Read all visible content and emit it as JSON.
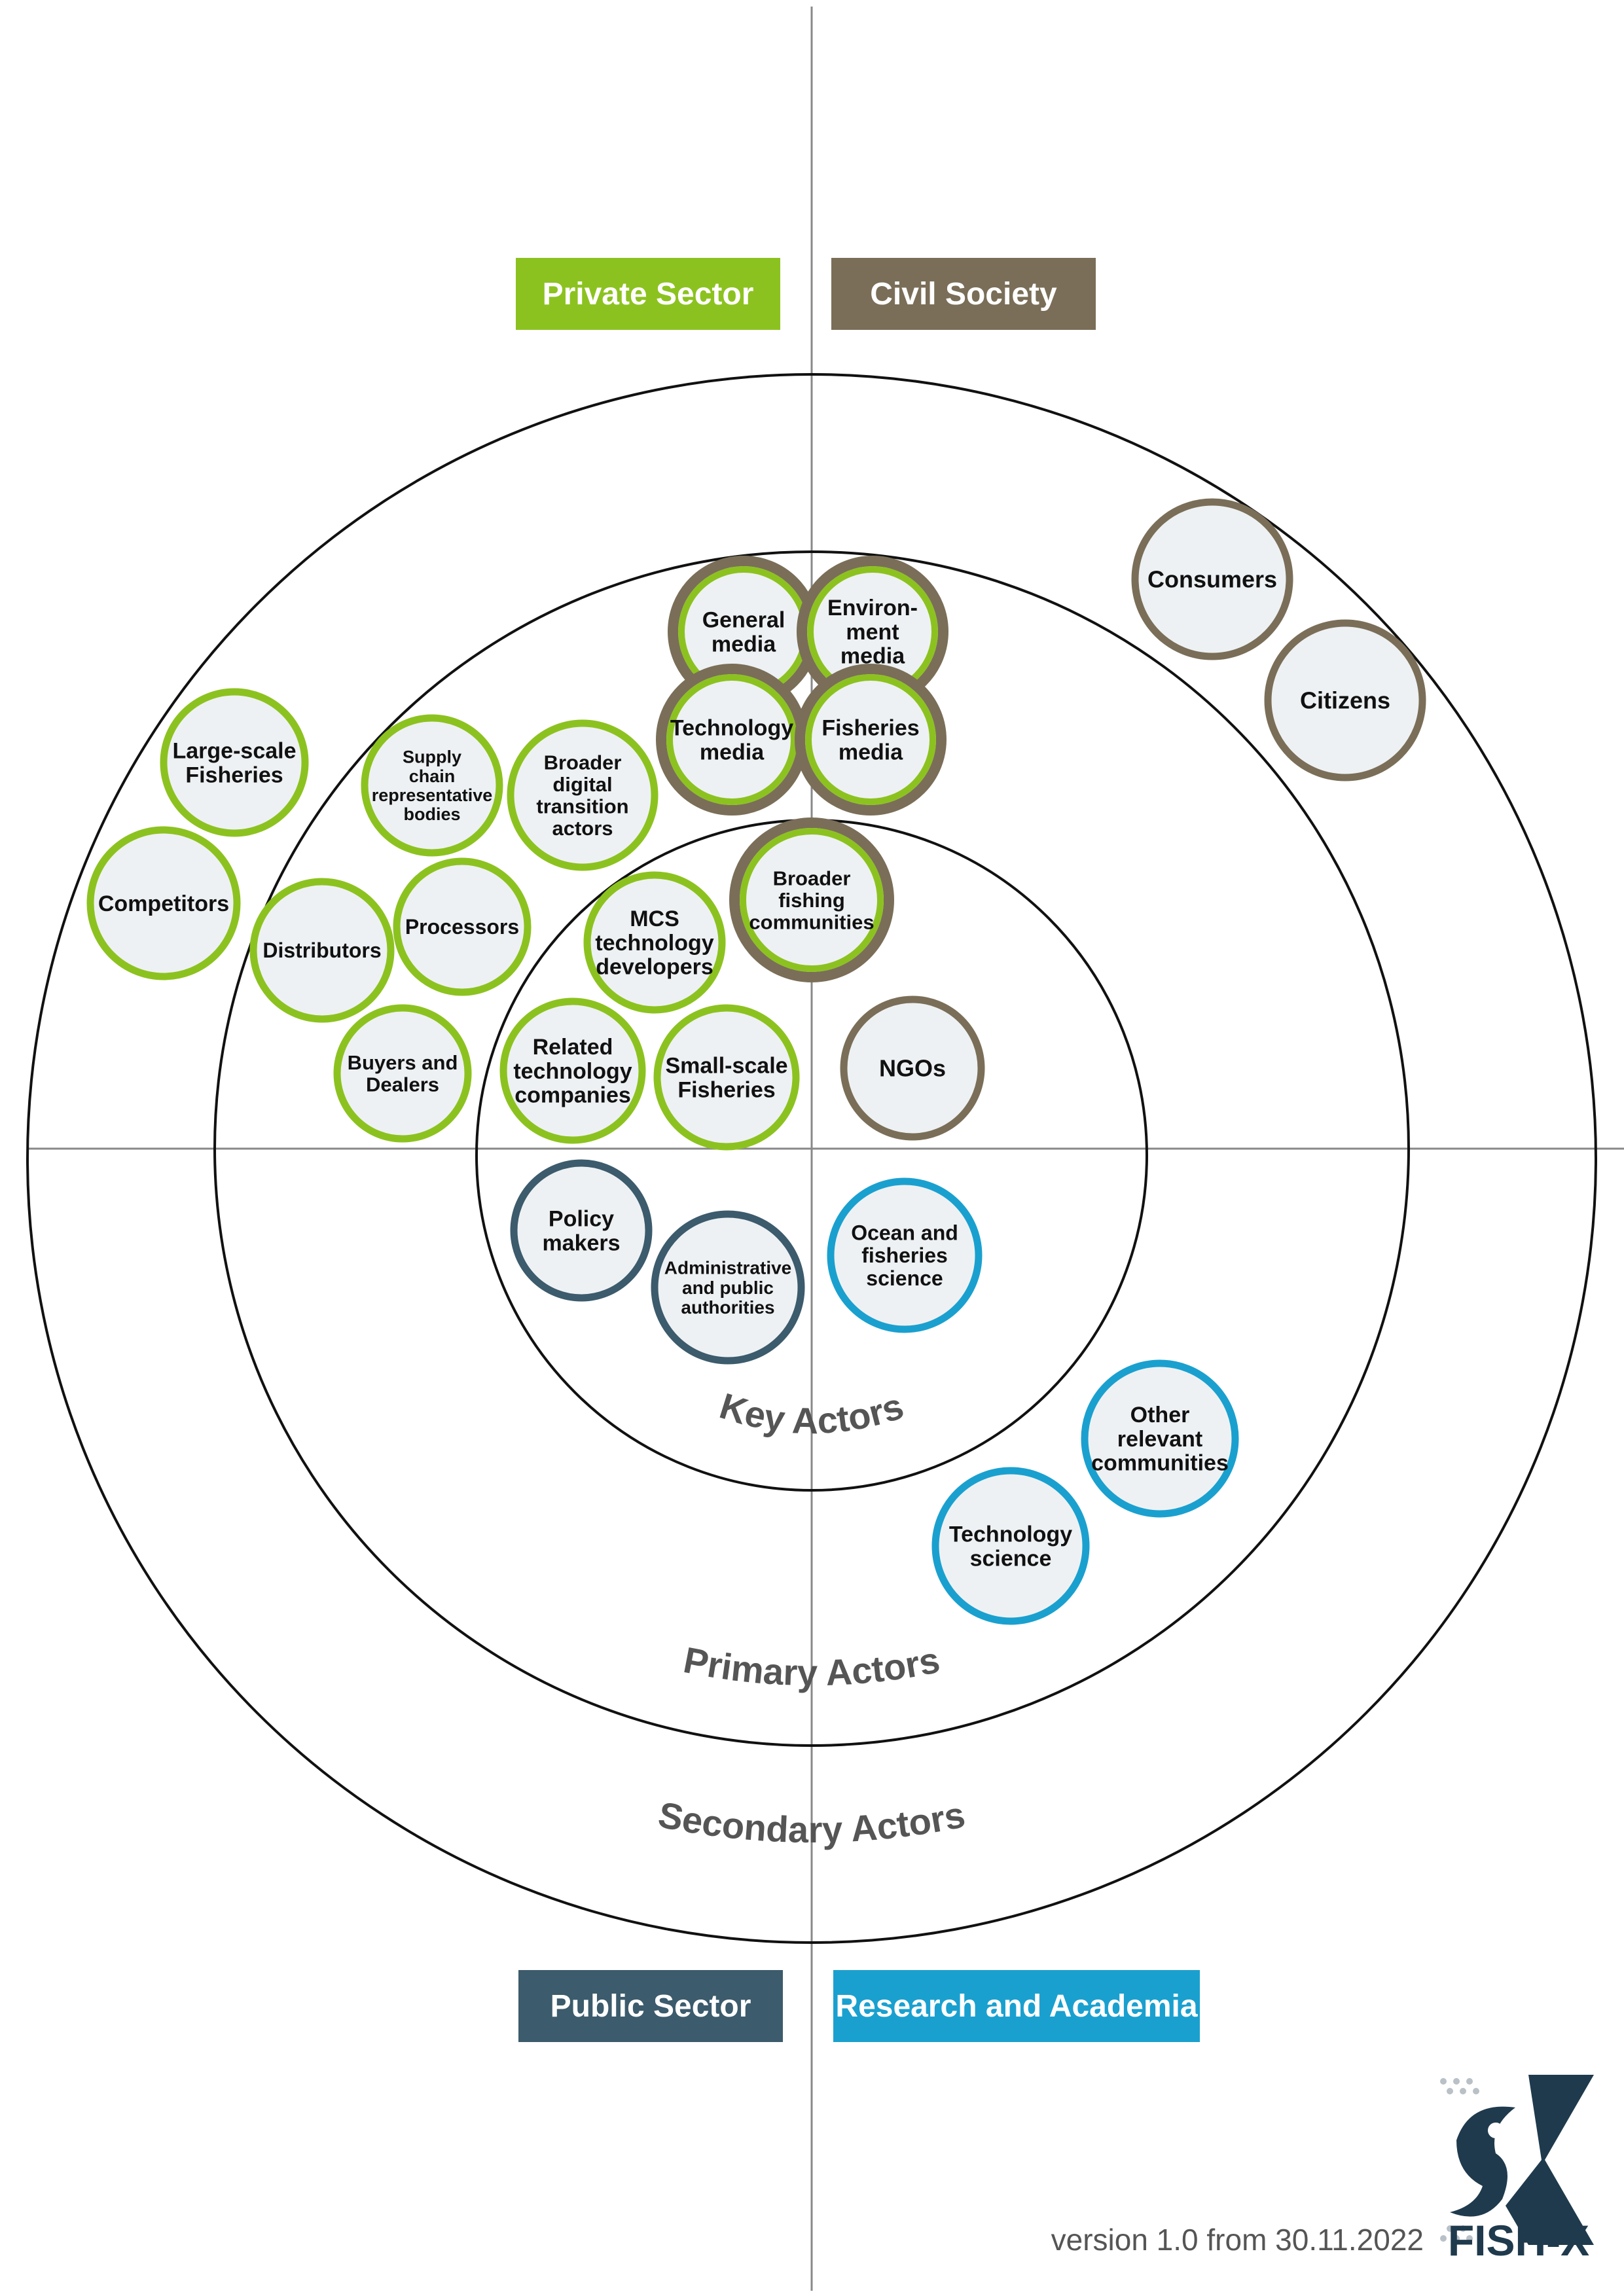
{
  "colors": {
    "private": "#8cc21f",
    "civil": "#7a6e58",
    "public": "#3c5b6c",
    "research": "#1aa0cf",
    "node_fill": "#eef1f3",
    "line": "#111111",
    "axis": "#888888"
  },
  "sectors": {
    "private": "Private Sector",
    "civil": "Civil Society",
    "public": "Public Sector",
    "research": "Research and Academia"
  },
  "rings": {
    "key": "Key Actors",
    "primary": "Primary Actors",
    "secondary": "Secondary Actors"
  },
  "nodes": [
    {
      "id": "large-scale-fisheries",
      "lines": [
        "Large-scale",
        "Fisheries"
      ],
      "sector": "private"
    },
    {
      "id": "competitors",
      "lines": [
        "Competitors"
      ],
      "sector": "private"
    },
    {
      "id": "supply-chain-bodies",
      "lines": [
        "Supply",
        "chain",
        "representative",
        "bodies"
      ],
      "sector": "private"
    },
    {
      "id": "broader-digital-transition-actors",
      "lines": [
        "Broader",
        "digital",
        "transition",
        "actors"
      ],
      "sector": "private"
    },
    {
      "id": "distributors",
      "lines": [
        "Distributors"
      ],
      "sector": "private"
    },
    {
      "id": "processors",
      "lines": [
        "Processors"
      ],
      "sector": "private"
    },
    {
      "id": "buyers-and-dealers",
      "lines": [
        "Buyers and",
        "Dealers"
      ],
      "sector": "private"
    },
    {
      "id": "mcs-technology-developers",
      "lines": [
        "MCS",
        "technology",
        "developers"
      ],
      "sector": "private"
    },
    {
      "id": "related-technology-companies",
      "lines": [
        "Related",
        "technology",
        "companies"
      ],
      "sector": "private"
    },
    {
      "id": "small-scale-fisheries",
      "lines": [
        "Small-scale",
        "Fisheries"
      ],
      "sector": "private"
    },
    {
      "id": "general-media",
      "lines": [
        "General",
        "media"
      ],
      "sector": "mixed"
    },
    {
      "id": "environment-media",
      "lines": [
        "Environ-",
        "ment",
        "media"
      ],
      "sector": "mixed"
    },
    {
      "id": "technology-media",
      "lines": [
        "Technology",
        "media"
      ],
      "sector": "mixed"
    },
    {
      "id": "fisheries-media",
      "lines": [
        "Fisheries",
        "media"
      ],
      "sector": "mixed"
    },
    {
      "id": "broader-fishing-communities",
      "lines": [
        "Broader",
        "fishing",
        "communities"
      ],
      "sector": "mixed"
    },
    {
      "id": "consumers",
      "lines": [
        "Consumers"
      ],
      "sector": "civil"
    },
    {
      "id": "citizens",
      "lines": [
        "Citizens"
      ],
      "sector": "civil"
    },
    {
      "id": "ngos",
      "lines": [
        "NGOs"
      ],
      "sector": "civil"
    },
    {
      "id": "policy-makers",
      "lines": [
        "Policy",
        "makers"
      ],
      "sector": "public"
    },
    {
      "id": "administrative-public-authorities",
      "lines": [
        "Administrative",
        "and public",
        "authorities"
      ],
      "sector": "public"
    },
    {
      "id": "ocean-fisheries-science",
      "lines": [
        "Ocean and",
        "fisheries",
        "science"
      ],
      "sector": "research"
    },
    {
      "id": "other-relevant-communities",
      "lines": [
        "Other",
        "relevant",
        "communities"
      ],
      "sector": "research"
    },
    {
      "id": "technology-science",
      "lines": [
        "Technology",
        "science"
      ],
      "sector": "research"
    }
  ],
  "footer": {
    "version": "version 1.0 from 30.11.2022",
    "logo_text": "FISH-X",
    "logo_icon": "fish-x-logo-icon"
  }
}
